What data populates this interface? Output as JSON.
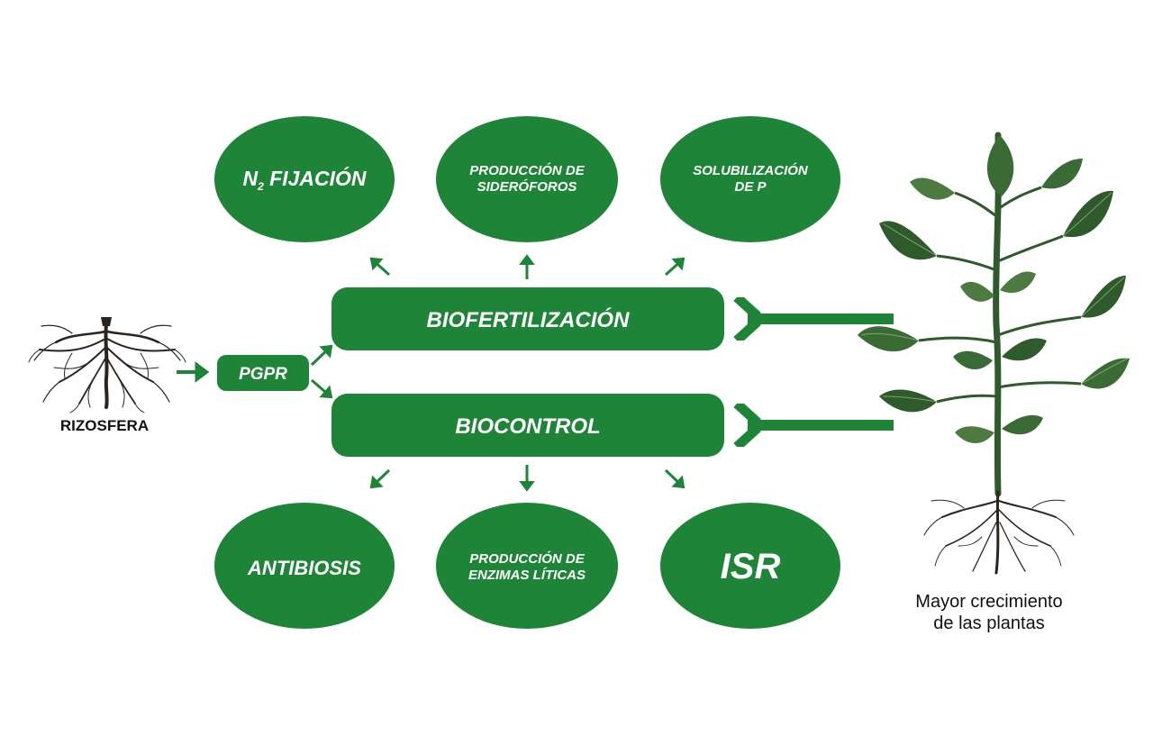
{
  "colors": {
    "node_green": "#1e8538",
    "leaf_dark": "#2f5a2c",
    "leaf_light": "#4d7a40",
    "root_dark": "#2b241e",
    "text_white": "#ffffff",
    "text_dark": "#111111"
  },
  "left": {
    "roots_icon": "roots-icon",
    "label": "RIZOSFERA"
  },
  "pgpr": {
    "label": "PGPR"
  },
  "bars": {
    "biofertilizacion": "BIOFERTILIZACIÓN",
    "biocontrol": "BIOCONTROL"
  },
  "top_nodes": {
    "n2_main": "N",
    "n2_sub": "2",
    "n2_rest": " FIJACIÓN",
    "sideroforos_line1": "PRODUCCIÓN DE",
    "sideroforos_line2": "SIDERÓFOROS",
    "solubilizacion_line1": "SOLUBILIZACIÓN",
    "solubilizacion_line2": "DE P"
  },
  "bottom_nodes": {
    "antibiosis": "ANTIBIOSIS",
    "enzimas_line1": "PRODUCCIÓN DE",
    "enzimas_line2": "ENZIMAS LÍTICAS",
    "isr": "ISR"
  },
  "plant": {
    "icon": "plant-icon",
    "caption_line1": "Mayor crecimiento",
    "caption_line2": "de las plantas"
  }
}
